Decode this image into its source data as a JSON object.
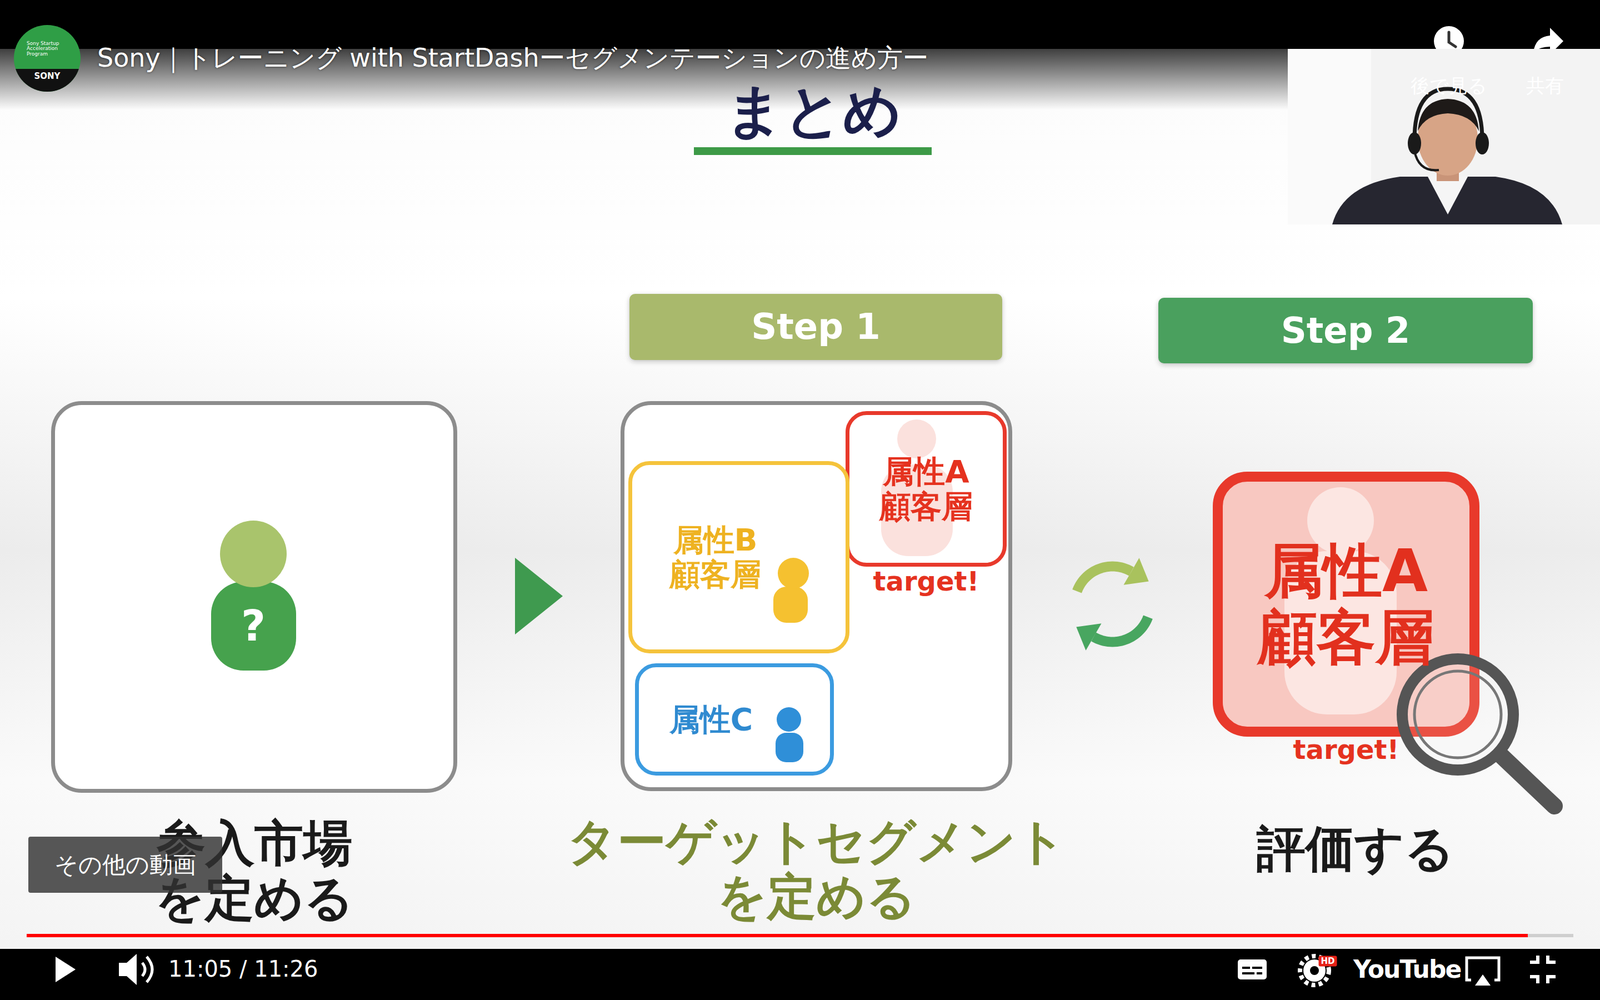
{
  "diagram": {
    "title": "まとめ",
    "nodes": [
      {
        "text": [
          "参入市場 を定める"
        ]
      },
      {
        "text": [
          "Step 1"
        ]
      },
      {
        "text": [
          "ターゲットセグメント を定める"
        ]
      },
      {
        "text": [
          "属性A 顧客層",
          "target!"
        ],
        "in": 2
      },
      {
        "text": [
          "属性B 顧客層"
        ],
        "in": 2
      },
      {
        "text": [
          "属性C"
        ],
        "in": 2
      },
      {
        "text": [
          "Step 2"
        ]
      },
      {
        "text": [
          "属性A 顧客層",
          "target!"
        ]
      }
    ],
    "edges": [
      {
        "from": 0,
        "to": 2,
        "arrow": "to"
      },
      {
        "from": 2,
        "to": 7,
        "arrow": "both"
      }
    ],
    "labels": [
      "Sony｜トレーニング with StartDashーセグメンテーションの進め方ー",
      "後で見る",
      "共有",
      "Sony Startup Acceleration Program",
      "SONY",
      "?",
      "評価する",
      "その他の動画",
      "11:05 / 11:26",
      "YouTube",
      "HD"
    ]
  }
}
